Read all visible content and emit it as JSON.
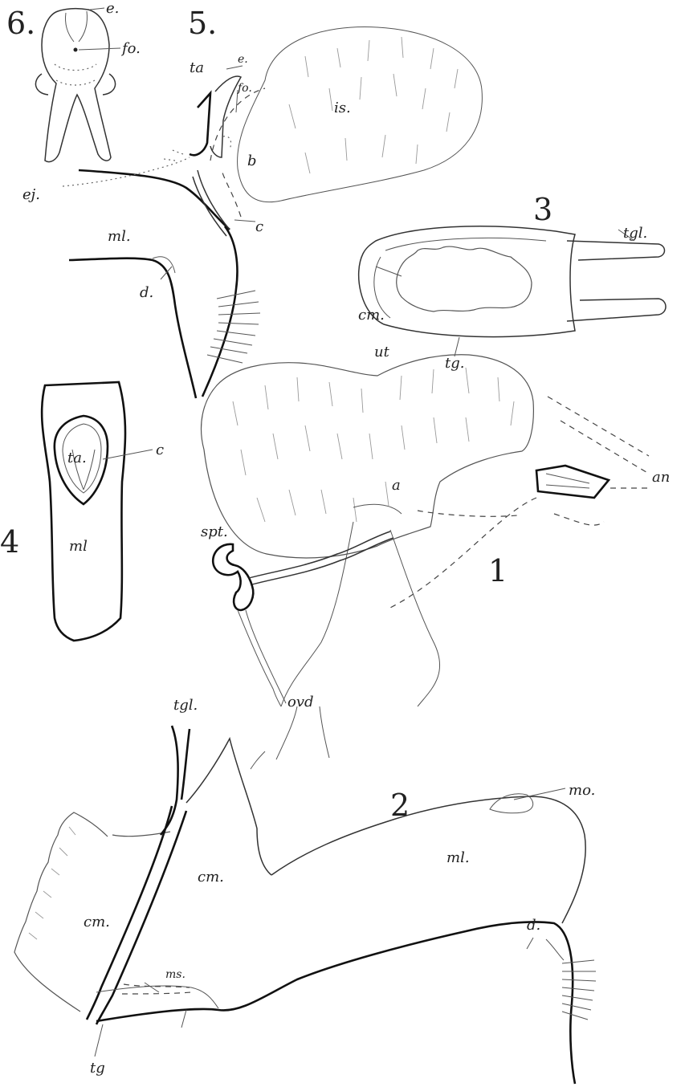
{
  "figures": {
    "fig1": {
      "number": "1",
      "labels": {
        "ut": "ut",
        "a": "a",
        "spt": "spt.",
        "ovd": "ovd",
        "an": "an"
      }
    },
    "fig2": {
      "number": "2",
      "labels": {
        "tgl": "tgl.",
        "mo": "mo.",
        "ml": "ml.",
        "cm_outer": "cm.",
        "cm_inner": "cm.",
        "ms": "ms.",
        "d": "d.",
        "tg": "tg"
      }
    },
    "fig3": {
      "number": "3",
      "labels": {
        "tgl": "tgl.",
        "cm": "cm.",
        "tg": "tg."
      }
    },
    "fig4": {
      "number": "4",
      "labels": {
        "ta": "ta.",
        "c": "c",
        "ml": "ml"
      }
    },
    "fig5": {
      "number": "5.",
      "labels": {
        "ta": "ta",
        "e": "e.",
        "fo": "fo.",
        "is": "is.",
        "b": "b",
        "ej": "ej.",
        "ml": "ml.",
        "c": "c",
        "d": "d."
      }
    },
    "fig6": {
      "number": "6.",
      "labels": {
        "e": "e.",
        "fo": "fo."
      }
    }
  }
}
